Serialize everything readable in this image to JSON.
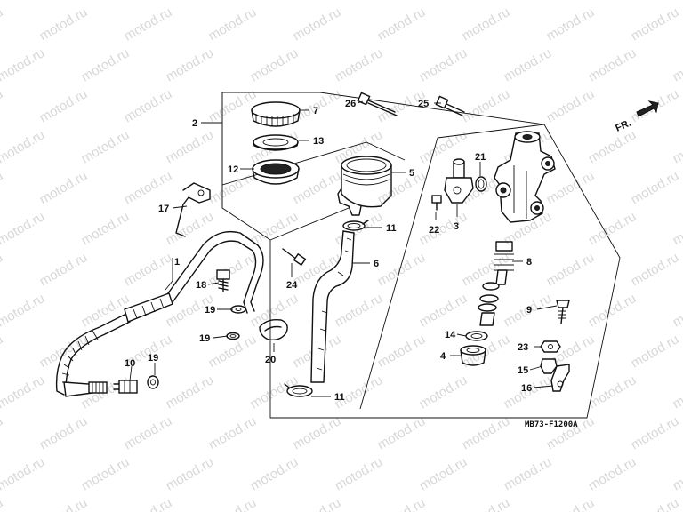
{
  "watermark": {
    "text": "motod.ru"
  },
  "direction_marker": {
    "label": "FR."
  },
  "diagram_code": "MB73-F1200A",
  "callouts": {
    "c1": "1",
    "c2": "2",
    "c3": "3",
    "c4": "4",
    "c5": "5",
    "c6": "6",
    "c7": "7",
    "c8": "8",
    "c9": "9",
    "c10": "10",
    "c11a": "11",
    "c11b": "11",
    "c12": "12",
    "c13": "13",
    "c14": "14",
    "c15": "15",
    "c16": "16",
    "c17": "17",
    "c18": "18",
    "c19a": "19",
    "c19b": "19",
    "c19c": "19",
    "c20": "20",
    "c21": "21",
    "c22": "22",
    "c23": "23",
    "c24": "24",
    "c25": "25",
    "c26": "26"
  }
}
